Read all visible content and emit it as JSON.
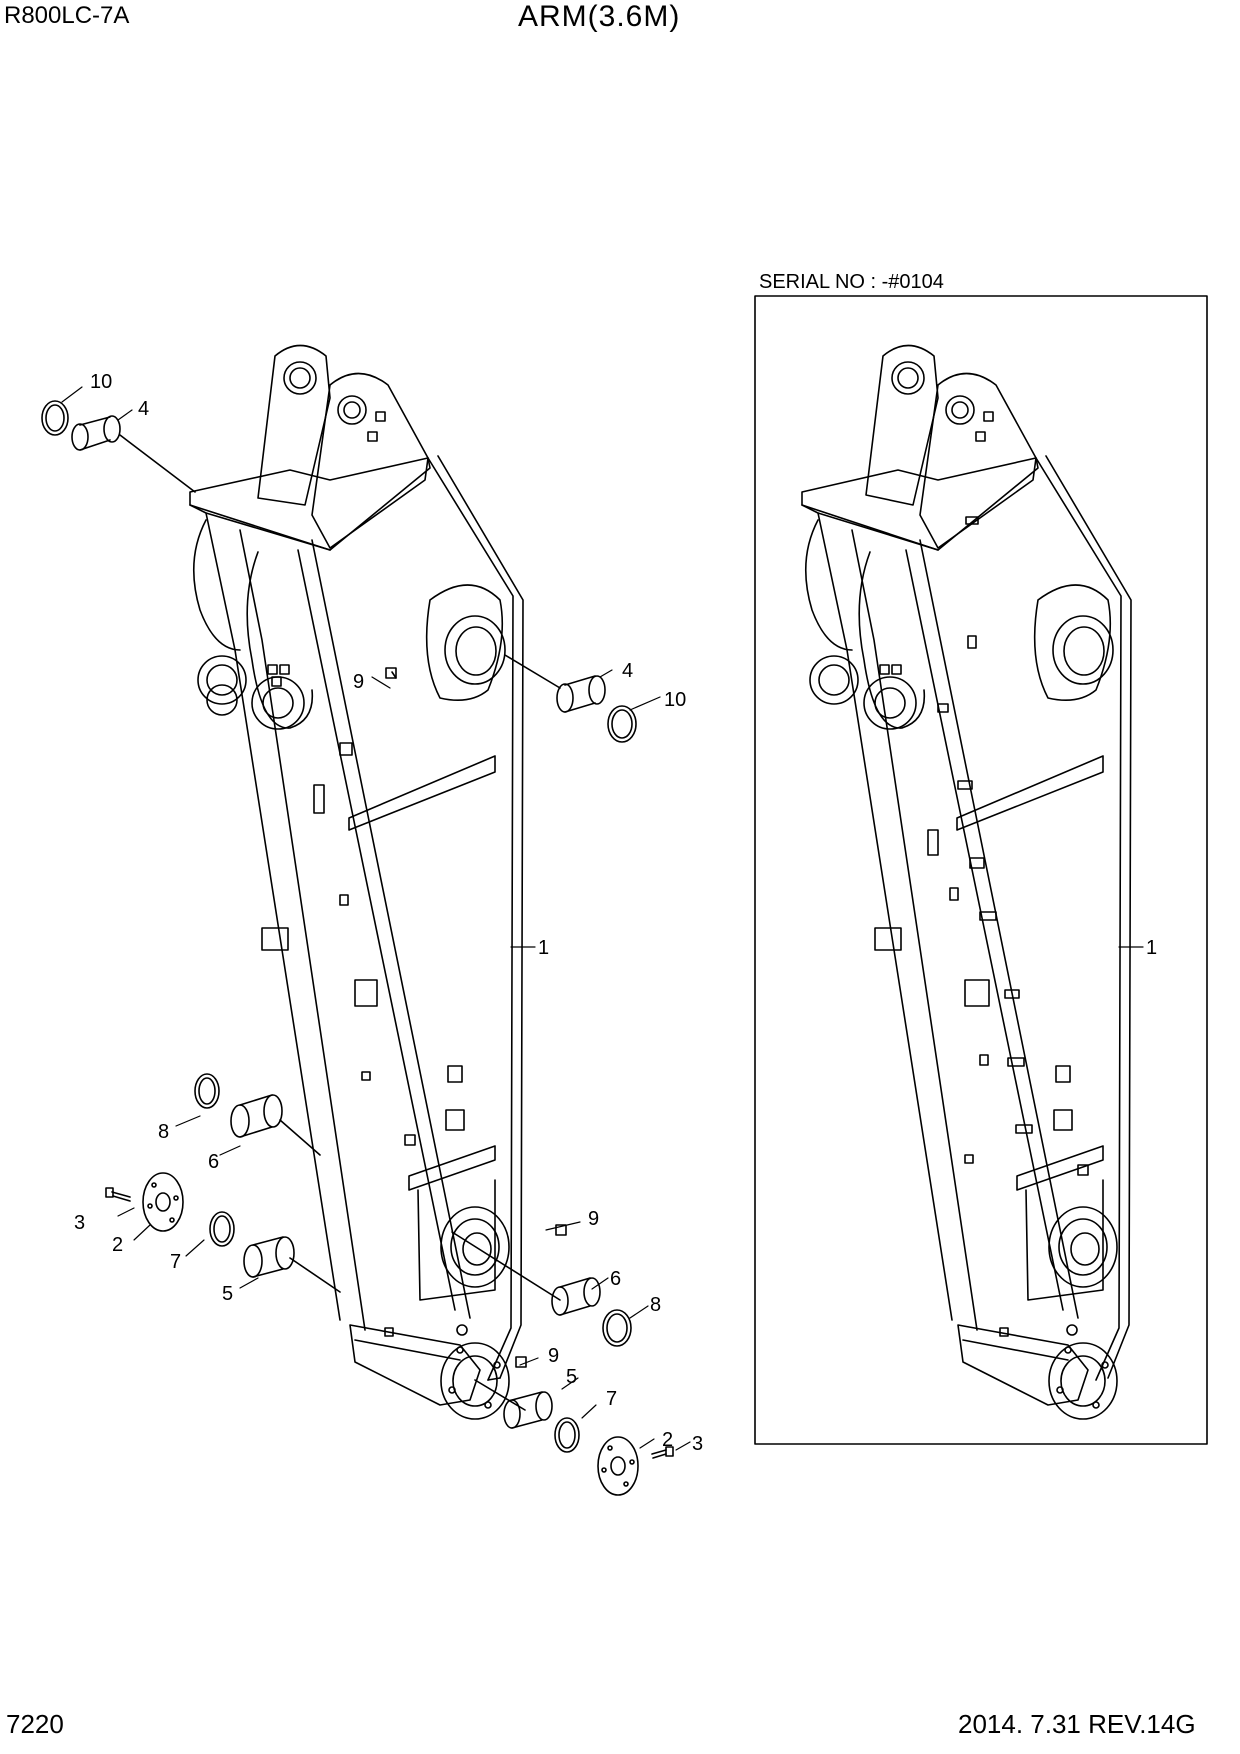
{
  "header": {
    "model": "R800LC-7A",
    "title": "ARM(3.6M)"
  },
  "inset": {
    "serial_label": "SERIAL NO : -#0104"
  },
  "footer": {
    "page_number": "7220",
    "revision": "2014. 7.31  REV.14G"
  },
  "callouts": {
    "main": [
      {
        "id": "m10a",
        "label": "10"
      },
      {
        "id": "m4a",
        "label": "4"
      },
      {
        "id": "m9a",
        "label": "9"
      },
      {
        "id": "m4b",
        "label": "4"
      },
      {
        "id": "m10b",
        "label": "10"
      },
      {
        "id": "m1",
        "label": "1"
      },
      {
        "id": "m8a",
        "label": "8"
      },
      {
        "id": "m6a",
        "label": "6"
      },
      {
        "id": "m3a",
        "label": "3"
      },
      {
        "id": "m2a",
        "label": "2"
      },
      {
        "id": "m7a",
        "label": "7"
      },
      {
        "id": "m5a",
        "label": "5"
      },
      {
        "id": "m9b",
        "label": "9"
      },
      {
        "id": "m6b",
        "label": "6"
      },
      {
        "id": "m8b",
        "label": "8"
      },
      {
        "id": "m9c",
        "label": "9"
      },
      {
        "id": "m5b",
        "label": "5"
      },
      {
        "id": "m7b",
        "label": "7"
      },
      {
        "id": "m2b",
        "label": "2"
      },
      {
        "id": "m3b",
        "label": "3"
      }
    ],
    "inset": [
      {
        "id": "i1",
        "label": "1"
      }
    ]
  }
}
